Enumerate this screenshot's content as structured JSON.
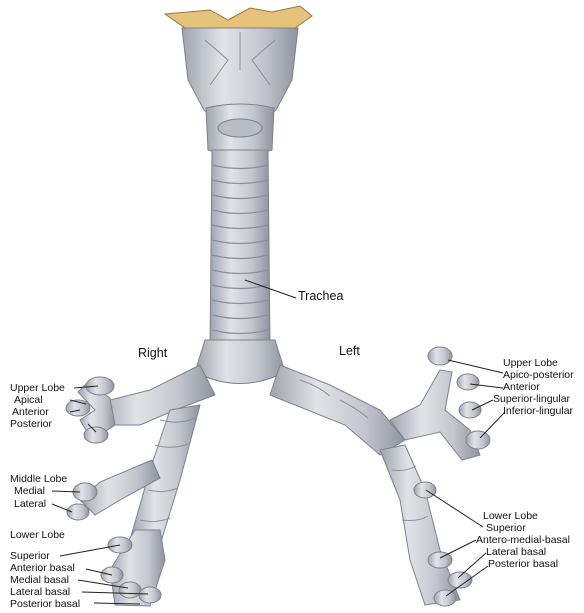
{
  "colors": {
    "background": "#ffffff",
    "airway_fill": "#c9ccd3",
    "airway_shade": "#a4a8b2",
    "ring_line": "#8b8f9a",
    "larynx_cartilage": "#e7c27a",
    "leader_line": "#222222",
    "label_text": "#111111"
  },
  "labels": {
    "trachea": "Trachea",
    "right": "Right",
    "left": "Left",
    "right_upper_lobe": "Upper Lobe",
    "right_apical": "Apical",
    "right_anterior": "Anterior",
    "right_posterior": "Posterior",
    "middle_lobe": "Middle Lobe",
    "medial": "Medial",
    "lateral": "Lateral",
    "right_lower_lobe": "Lower Lobe",
    "right_superior": "Superior",
    "right_anterior_basal": "Anterior basal",
    "right_medial_basal": "Medial basal",
    "right_lateral_basal": "Lateral basal",
    "right_posterior_basal": "Posterior basal",
    "left_upper_lobe": "Upper Lobe",
    "apico_posterior": "Apico-posterior",
    "left_anterior": "Anterior",
    "superior_lingular": "Superior-lingular",
    "inferior_lingular": "Inferior-lingular",
    "left_lower_lobe": "Lower Lobe",
    "left_superior": "Superior",
    "antero_medial_basal": "Antero-medial-basal",
    "left_lateral_basal": "Lateral basal",
    "left_posterior_basal": "Posterior basal"
  }
}
